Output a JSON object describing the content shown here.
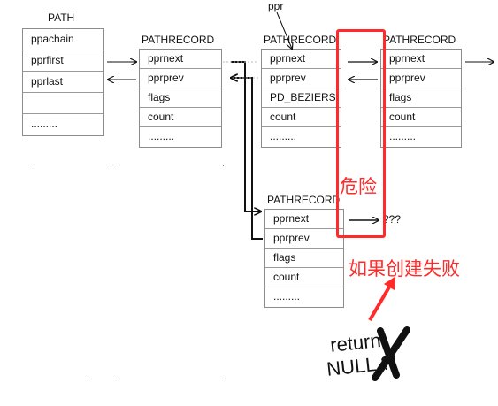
{
  "records": {
    "path": {
      "title": "PATH",
      "fields": [
        "ppachain",
        "pprfirst",
        "pprlast",
        "",
        "........."
      ]
    },
    "record1": {
      "title": "PATHRECORD",
      "fields": [
        "pprnext",
        "pprprev",
        "flags",
        "count",
        "........."
      ]
    },
    "record2": {
      "title": "PATHRECORD",
      "fields": [
        "pprnext",
        "pprprev",
        "PD_BEZIERS",
        "count",
        "........."
      ]
    },
    "record3": {
      "title": "PATHRECORD",
      "fields": [
        "pprnext",
        "pprprev",
        "flags",
        "count",
        "........."
      ]
    },
    "record4": {
      "title": "PATHRECORD",
      "fields": [
        "pprnext",
        "pprprev",
        "flags",
        "count",
        "........."
      ]
    }
  },
  "ppr_label": "ppr",
  "question_marks": "???",
  "annotations": {
    "danger": "危险",
    "if_create_fails": "如果创建失败",
    "return_line1": "return",
    "return_line2": "NULL ?!"
  },
  "colors": {
    "accent_red": "#ff2a2a",
    "line": "#111111",
    "border": "#8c8c8c"
  }
}
